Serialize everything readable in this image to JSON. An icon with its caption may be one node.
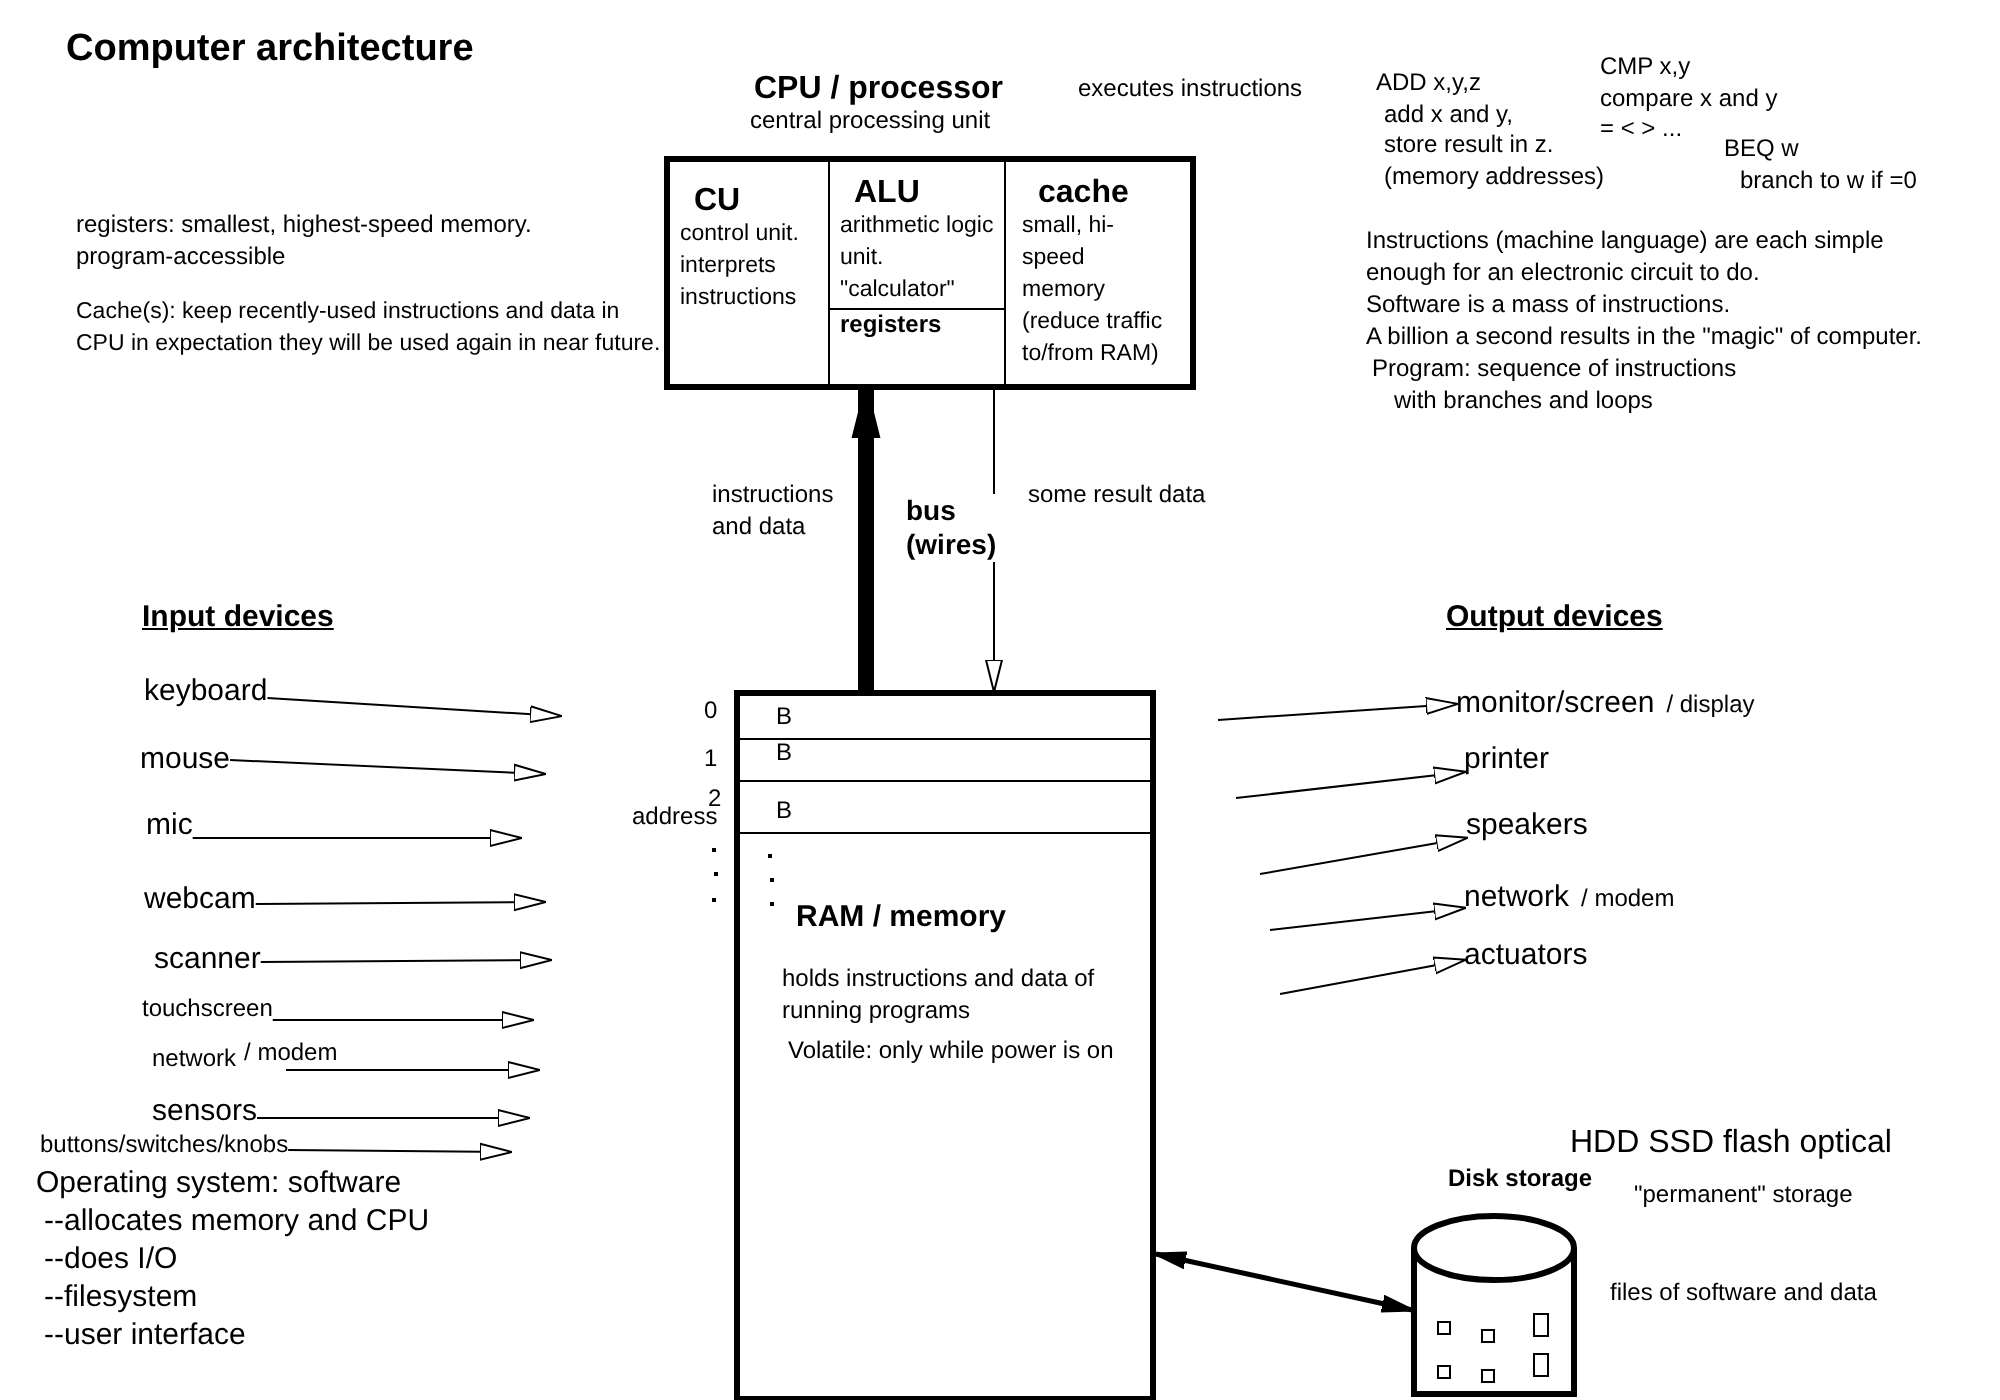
{
  "diagram": {
    "title": "Computer architecture",
    "nodes": [
      {
        "text": [
          "CPU / processor",
          "central processing unit"
        ],
        "beside": [
          "executes instructions"
        ]
      },
      {
        "text": [
          "CU",
          "control unit. interprets instructions"
        ],
        "in": 0
      },
      {
        "text": [
          "ALU",
          "arithmetic logic unit. \"calculator\""
        ],
        "in": 0
      },
      {
        "text": [
          "registers"
        ],
        "in": 0
      },
      {
        "text": [
          "cache",
          "small, hi-speed memory",
          "(reduce traffic to/from RAM)"
        ],
        "in": 0
      },
      {
        "text": [
          "RAM / memory",
          "holds instructions and data of running programs",
          "Volatile: only while power is on"
        ]
      },
      {
        "text": [
          "B"
        ],
        "in": 5,
        "beside": [
          "0"
        ]
      },
      {
        "text": [
          "B"
        ],
        "in": 5,
        "beside": [
          "1"
        ]
      },
      {
        "text": [
          "B"
        ],
        "in": 5,
        "beside": [
          "2"
        ]
      },
      {
        "text": [
          "keyboard"
        ]
      },
      {
        "text": [
          "mouse"
        ]
      },
      {
        "text": [
          "mic"
        ]
      },
      {
        "text": [
          "webcam"
        ]
      },
      {
        "text": [
          "scanner"
        ]
      },
      {
        "text": [
          "touchscreen"
        ]
      },
      {
        "text": [
          "network",
          "/ modem"
        ]
      },
      {
        "text": [
          "sensors"
        ]
      },
      {
        "text": [
          "buttons/switches/knobs"
        ]
      },
      {
        "text": [
          "monitor/screen",
          "/ display"
        ]
      },
      {
        "text": [
          "printer"
        ]
      },
      {
        "text": [
          "speakers"
        ]
      },
      {
        "text": [
          "network",
          "/ modem"
        ]
      },
      {
        "text": [
          "actuators"
        ]
      },
      {
        "text": [
          "Disk storage"
        ],
        "beside": [
          "HDD SSD flash optical",
          "\"permanent\" storage",
          "files of software and data"
        ]
      }
    ],
    "edges": [
      {
        "from": 5,
        "to": 0,
        "arrow": "to",
        "style": "thick",
        "label": "instructions and data"
      },
      {
        "from": 0,
        "to": 5,
        "arrow": "to",
        "label": "some result data"
      },
      {
        "from": 9,
        "to": null,
        "arrow": "to"
      },
      {
        "from": 10,
        "to": null,
        "arrow": "to"
      },
      {
        "from": 11,
        "to": null,
        "arrow": "to"
      },
      {
        "from": 12,
        "to": null,
        "arrow": "to"
      },
      {
        "from": 13,
        "to": null,
        "arrow": "to"
      },
      {
        "from": 14,
        "to": null,
        "arrow": "to"
      },
      {
        "from": 15,
        "to": null,
        "arrow": "to"
      },
      {
        "from": 16,
        "to": null,
        "arrow": "to"
      },
      {
        "from": 17,
        "to": null,
        "arrow": "to"
      },
      {
        "from": null,
        "to": 18,
        "arrow": "to"
      },
      {
        "from": null,
        "to": 19,
        "arrow": "to"
      },
      {
        "from": null,
        "to": 20,
        "arrow": "to"
      },
      {
        "from": null,
        "to": 21,
        "arrow": "to"
      },
      {
        "from": null,
        "to": 22,
        "arrow": "to"
      },
      {
        "from": 5,
        "to": 23,
        "arrow": "both",
        "style": "thick"
      }
    ],
    "labels": [
      "registers: smallest, highest-speed memory. program-accessible",
      "Cache(s): keep recently-used instructions and data in CPU in expectation they will be used again in near future.",
      "ADD x,y,z",
      "add x and y,",
      "store result in z.",
      "(memory addresses)",
      "CMP x,y",
      "compare x and y",
      "= < > ...",
      "BEQ w",
      "branch to w if =0",
      "Instructions (machine language) are each simple enough for an electronic circuit to do.",
      "Software is a mass of instructions.",
      "A billion a second results in the \"magic\" of computer.",
      "Program: sequence of instructions",
      "with branches and loops",
      "bus (wires)",
      "Input devices",
      "Output devices",
      "address",
      "Operating system: software",
      "--allocates memory and CPU",
      "--does I/O",
      "--filesystem",
      "--user interface"
    ]
  }
}
